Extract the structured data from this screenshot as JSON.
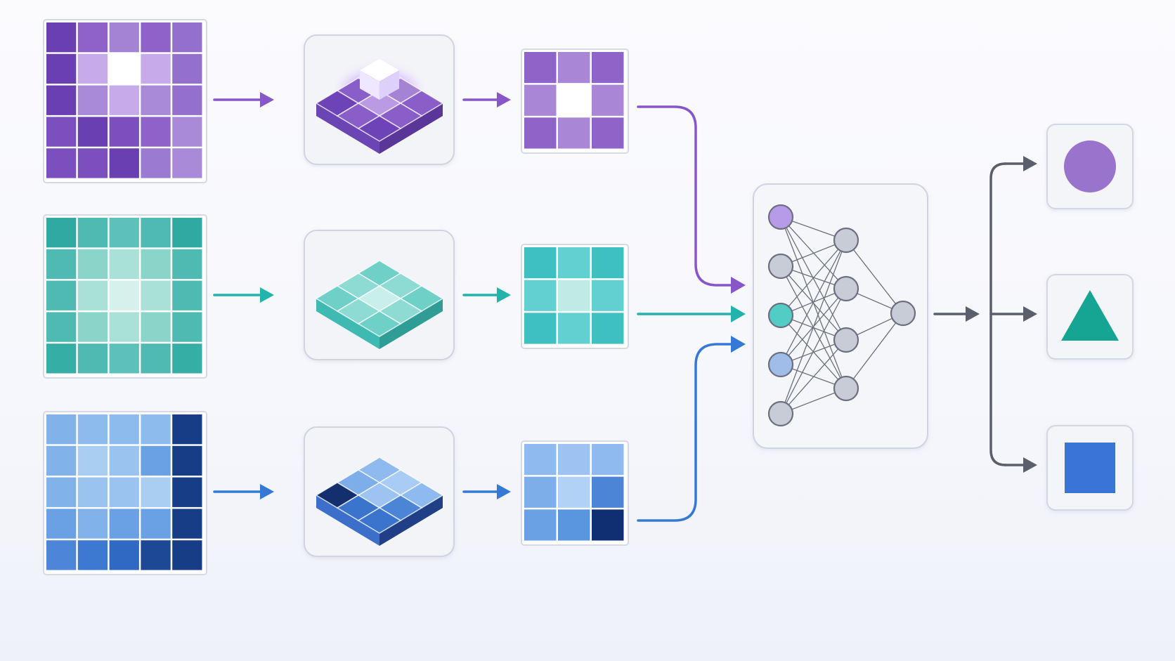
{
  "colors": {
    "purple_accent": "#8757c9",
    "teal_accent": "#22b3ad",
    "blue_accent": "#3579d6",
    "neutral_arrow": "#5b5f6b",
    "panel_border": "#cfd3e2",
    "panel_fill": "#f3f4f8",
    "node_gray": "#c7ccd7",
    "node_purple": "#b79ae8",
    "node_teal": "#52cdc6",
    "node_blue": "#9fbde8"
  },
  "pipelines": [
    {
      "name": "purple",
      "input_grid": [
        [
          "#6a3fb2",
          "#8e62c9",
          "#a583d4",
          "#8e62c9",
          "#9470cc"
        ],
        [
          "#6a3fb2",
          "#c6aaea",
          "#ffffff",
          "#c6aaea",
          "#9470cc"
        ],
        [
          "#6a3fb2",
          "#a98ad9",
          "#c6aaea",
          "#a98ad9",
          "#9470cc"
        ],
        [
          "#7c4fbe",
          "#6a3fb2",
          "#7c4fbe",
          "#8e62c9",
          "#a98ad9"
        ],
        [
          "#7c4fbe",
          "#7c4fbe",
          "#6a3fb2",
          "#9b7bd1",
          "#a98ad9"
        ]
      ],
      "kernel_grid": [
        [
          "#8a5ec9",
          "#a583d4",
          "#8a5ec9"
        ],
        [
          "#8a5ec9",
          "#b99ae3",
          "#8a5ec9"
        ],
        [
          "#6e43b7",
          "#8a5ec9",
          "#6e43b7"
        ]
      ],
      "kernel_side": "#6c45b5",
      "kernel_side_dark": "#5a3699",
      "output_grid": [
        [
          "#8f64c8",
          "#a987d6",
          "#8f64c8"
        ],
        [
          "#a987d6",
          "#ffffff",
          "#a987d6"
        ],
        [
          "#8f64c8",
          "#a987d6",
          "#8f64c8"
        ]
      ]
    },
    {
      "name": "teal",
      "input_grid": [
        [
          "#2fa9a1",
          "#4fbab2",
          "#5cc1b9",
          "#4fbab2",
          "#2fa9a1"
        ],
        [
          "#4fbab2",
          "#8ad4ca",
          "#a9e0d7",
          "#8ad4ca",
          "#4fbab2"
        ],
        [
          "#4fbab2",
          "#a9e0d7",
          "#d6f1ec",
          "#a9e0d7",
          "#4fbab2"
        ],
        [
          "#4fbab2",
          "#8ad4ca",
          "#a9e0d7",
          "#8ad4ca",
          "#4fbab2"
        ],
        [
          "#35aea6",
          "#4fbab2",
          "#5cc1b9",
          "#4fbab2",
          "#35aea6"
        ]
      ],
      "kernel_grid": [
        [
          "#6fd0c8",
          "#8ddbd3",
          "#6fd0c8"
        ],
        [
          "#8ddbd3",
          "#c9efea",
          "#8ddbd3"
        ],
        [
          "#6fd0c8",
          "#8ddbd3",
          "#6fd0c8"
        ]
      ],
      "kernel_side": "#3fbab2",
      "kernel_side_dark": "#2f9d96",
      "output_grid": [
        [
          "#3fc0c0",
          "#62cfd1",
          "#3fc0c0"
        ],
        [
          "#62cfd1",
          "#bfeae6",
          "#62cfd1"
        ],
        [
          "#3fc0c0",
          "#62cfd1",
          "#3fc0c0"
        ]
      ]
    },
    {
      "name": "blue",
      "input_grid": [
        [
          "#82b2ea",
          "#8dbbee",
          "#8dbbee",
          "#8dbbee",
          "#173d86"
        ],
        [
          "#82b2ea",
          "#aacdf2",
          "#9bc3f0",
          "#6aa0e4",
          "#173d86"
        ],
        [
          "#82b2ea",
          "#9bc3f0",
          "#9bc3f0",
          "#aacdf2",
          "#173d86"
        ],
        [
          "#6aa0e4",
          "#82b2ea",
          "#6aa0e4",
          "#6aa0e4",
          "#173d86"
        ],
        [
          "#4d86d8",
          "#3d79d1",
          "#2f69c4",
          "#1c4896",
          "#173d86"
        ]
      ],
      "kernel_grid": [
        [
          "#8fbaf0",
          "#a8ccf3",
          "#8fbaf0"
        ],
        [
          "#7eaeea",
          "#9cc3f1",
          "#4d85d6"
        ],
        [
          "#142f6e",
          "#3b74cd",
          "#3b74cd"
        ]
      ],
      "kernel_side": "#3b6fc9",
      "kernel_side_dark": "#203f86",
      "output_grid": [
        [
          "#8fbaf0",
          "#9cc3f1",
          "#8fbaf0"
        ],
        [
          "#7eaeea",
          "#b2d2f5",
          "#4d85d6"
        ],
        [
          "#6aa0e4",
          "#5a95e0",
          "#102f72"
        ]
      ]
    }
  ],
  "network": {
    "layers": [
      5,
      4,
      1
    ],
    "input_node_colors": [
      "#b79ae8",
      "#c7ccd7",
      "#52cdc6",
      "#9fbde8",
      "#c7ccd7"
    ]
  },
  "outputs": [
    {
      "shape": "circle-icon",
      "color": "#9a73cc"
    },
    {
      "shape": "triangle-icon",
      "color": "#16a592"
    },
    {
      "shape": "square-icon",
      "color": "#3a74d4"
    }
  ]
}
